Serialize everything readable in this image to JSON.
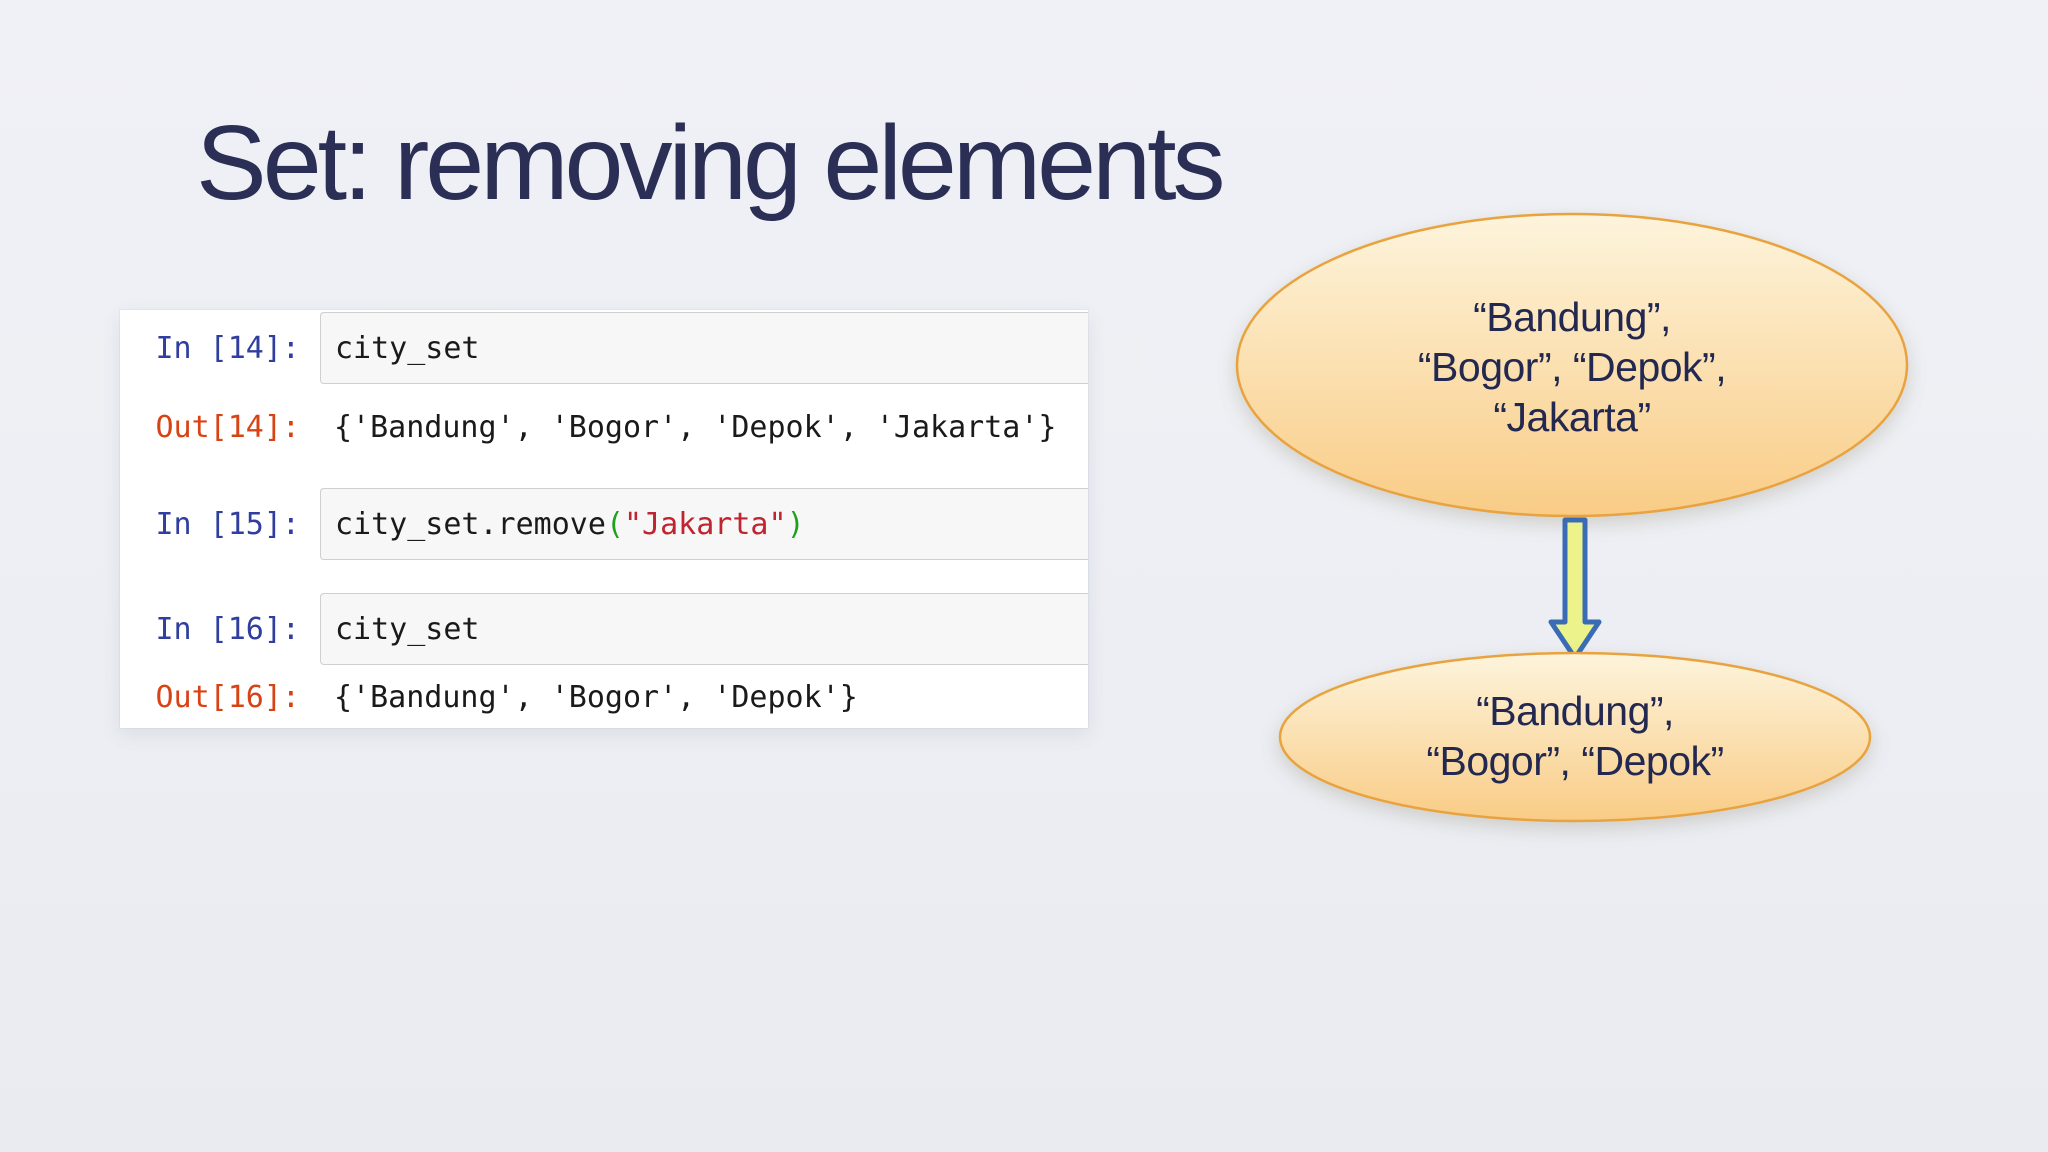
{
  "slide": {
    "title": "Set: removing elements"
  },
  "notebook": {
    "cells": [
      {
        "prompt": "In [14]:",
        "code": "city_set"
      },
      {
        "prompt": "Out[14]:",
        "text": "{'Bandung', 'Bogor', 'Depok', 'Jakarta'}"
      },
      {
        "prompt": "In [15]:",
        "code_pre": "city_set.remove",
        "paren_open": "(",
        "code_string": "\"Jakarta\"",
        "paren_close": ")"
      },
      {
        "prompt": "In [16]:",
        "code": "city_set"
      },
      {
        "prompt": "Out[16]:",
        "text": "{'Bandung', 'Bogor', 'Depok'}"
      }
    ]
  },
  "diagram": {
    "before_set": {
      "line1": "“Bandung”,",
      "line2": "“Bogor”, “Depok”,",
      "line3": "“Jakarta”"
    },
    "after_set": {
      "line1": "“Bandung”,",
      "line2": "“Bogor”, “Depok”"
    }
  },
  "colors": {
    "slide_bg": "#EDEFF4",
    "title_text": "#2B2E55",
    "card_bg": "#FFFFFF",
    "in_prompt": "#303F9F",
    "out_prompt": "#D84315",
    "code_text": "#1A1A1A",
    "code_string": "#BF2430",
    "bracket_match": "#1EA21E",
    "cell_bg": "#F7F7F7",
    "cell_border": "#CFCFCF",
    "ellipse_fill_top": "#FDF4DC",
    "ellipse_fill_bottom": "#F9CC86",
    "ellipse_border": "#E8A33F",
    "ellipse_text": "#232850",
    "arrow_fill": "#EDF38B",
    "arrow_stroke": "#3A6CB5"
  }
}
